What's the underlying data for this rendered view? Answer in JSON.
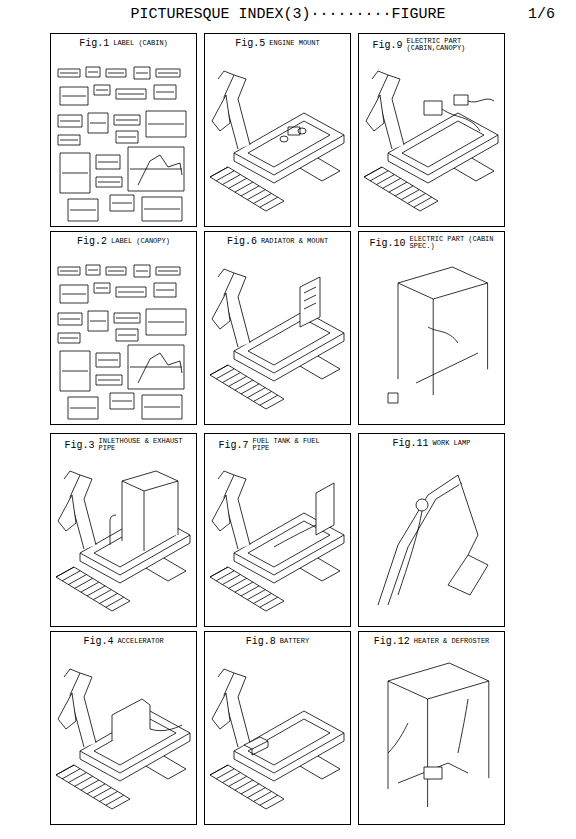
{
  "diagram": {
    "title": "PICTURESQUE INDEX(3)·········FIGURE",
    "nodes": [
      {
        "text": [
          "Fig.1",
          "LABEL (CABIN)"
        ]
      },
      {
        "text": [
          "Fig.2",
          "LABEL (CANOPY)"
        ]
      },
      {
        "text": [
          "Fig.3",
          "INLETHOUSE & EXHAUST PIPE"
        ]
      },
      {
        "text": [
          "Fig.4",
          "ACCELERATOR"
        ]
      },
      {
        "text": [
          "Fig.5",
          "ENGINE MOUNT"
        ]
      },
      {
        "text": [
          "Fig.6",
          "RADIATOR & MOUNT"
        ]
      },
      {
        "text": [
          "Fig.7",
          "FUEL TANK & FUEL PIPE"
        ]
      },
      {
        "text": [
          "Fig.8",
          "BATTERY"
        ]
      },
      {
        "text": [
          "Fig.9",
          "ELECTRIC PART (CABIN,CANOPY)"
        ]
      },
      {
        "text": [
          "Fig.10",
          "ELECTRIC PART (CABIN SPEC.)"
        ]
      },
      {
        "text": [
          "Fig.11",
          "WORK LAMP"
        ]
      },
      {
        "text": [
          "Fig.12",
          "HEATER & DEFROSTER"
        ]
      }
    ],
    "labels": [
      "1/6"
    ]
  }
}
